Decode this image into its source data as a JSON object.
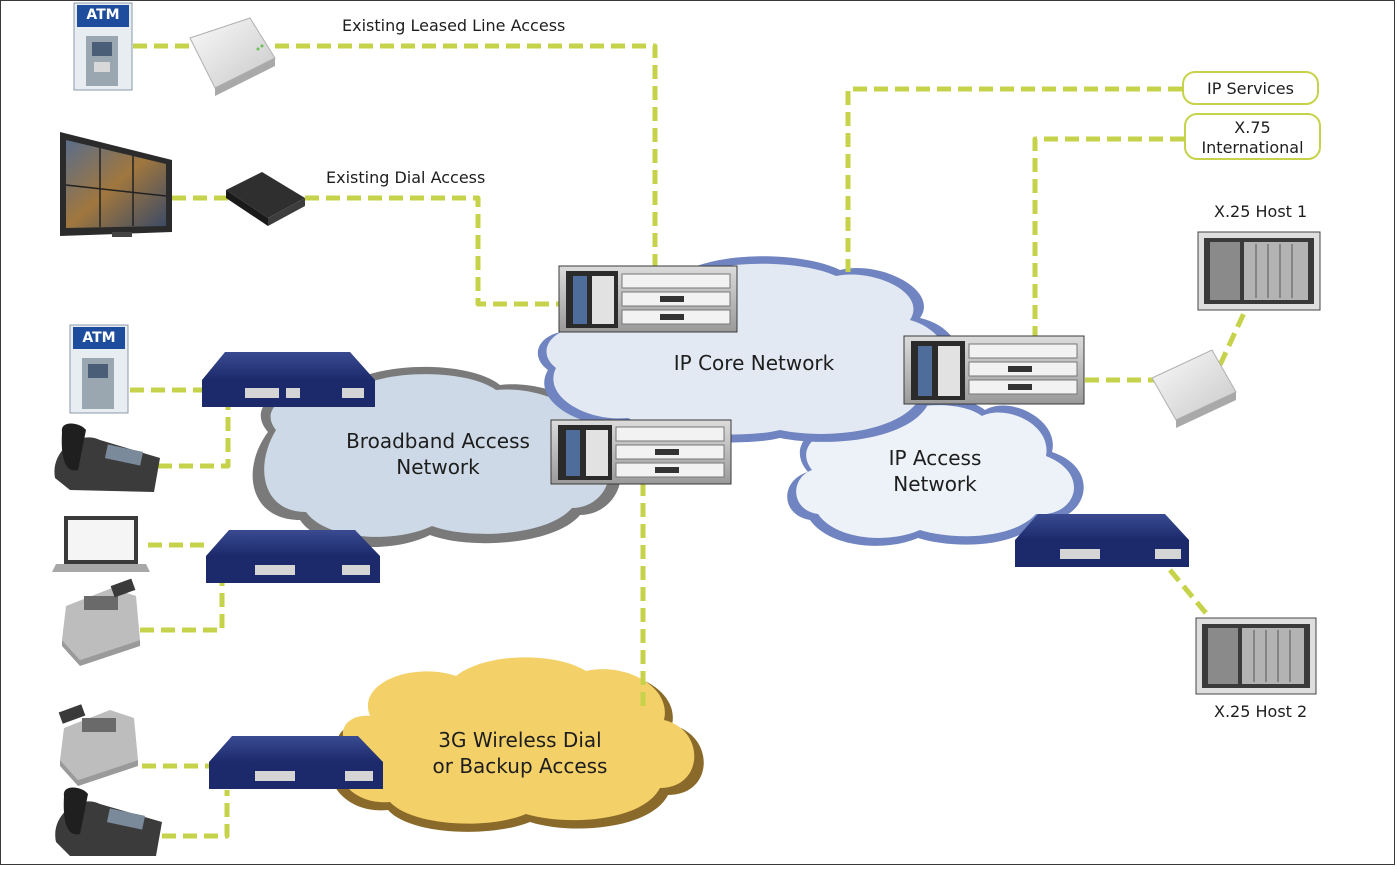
{
  "labels": {
    "leased_line": "Existing Leased Line Access",
    "dial": "Existing Dial Access",
    "x25_host_1": "X.25 Host 1",
    "x25_host_2": "X.25 Host 2"
  },
  "services": {
    "ip_services": "IP Services",
    "x75_line1": "X.75",
    "x75_line2": "International"
  },
  "clouds": {
    "ip_core": "IP Core Network",
    "broadband_line1": "Broadband Access",
    "broadband_line2": "Network",
    "ip_access_line1": "IP Access",
    "ip_access_line2": "Network",
    "wireless_line1": "3G Wireless Dial",
    "wireless_line2": "or Backup Access"
  },
  "atm_sign": "ATM",
  "colors": {
    "link": "#c6d34a",
    "ip_core_fill": "#e3e9f2",
    "ip_core_edge": "#6f84c0",
    "broadband_fill": "#cdd9e6",
    "broadband_edge": "#7a7a7a",
    "ip_access_fill": "#edf2f8",
    "ip_access_edge": "#6f84c0",
    "wireless_fill": "#f3d068",
    "wireless_edge": "#8a6a2a",
    "router_blue": "#1c2a6b"
  }
}
